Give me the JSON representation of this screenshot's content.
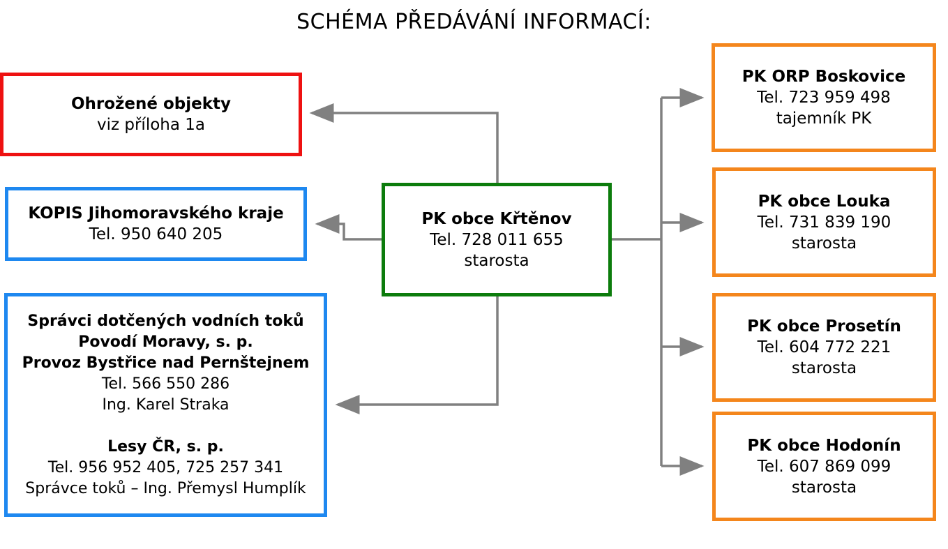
{
  "title": "SCHÉMA PŘEDÁVÁNÍ INFORMACÍ:",
  "colors": {
    "red": "#ee1111",
    "blue": "#1e88f0",
    "green": "#0c7c0c",
    "orange": "#f4861c",
    "connector": "#808080"
  },
  "center": {
    "name": "PK obce Křtěnov",
    "phone": "Tel. 728 011 655",
    "role": "starosta"
  },
  "left": {
    "ohrozene": {
      "name": "Ohrožené objekty",
      "note": "viz příloha 1a"
    },
    "kopis": {
      "name": "KOPIS Jihomoravského kraje",
      "phone": "Tel. 950 640 205"
    },
    "spravci": {
      "heading": "Správci dotčených vodních toků",
      "org1": "Povodí Moravy, s. p.",
      "org1_unit": "Provoz Bystřice nad Pernštejnem",
      "org1_phone": "Tel. 566 550 286",
      "org1_person": "Ing. Karel Straka",
      "org2": "Lesy ČR, s. p.",
      "org2_phone": "Tel. 956 952 405, 725 257 341",
      "org2_person": "Správce toků – Ing. Přemysl Humplík"
    }
  },
  "right": {
    "boskovice": {
      "name": "PK ORP Boskovice",
      "phone": "Tel. 723 959 498",
      "role": "tajemník PK"
    },
    "louka": {
      "name": "PK obce Louka",
      "phone": "Tel. 731 839 190",
      "role": "starosta"
    },
    "prosetin": {
      "name": "PK obce Prosetín",
      "phone": "Tel. 604 772 221",
      "role": "starosta"
    },
    "hodonin": {
      "name": "PK obce Hodonín",
      "phone": "Tel. 607 869 099",
      "role": "starosta"
    }
  }
}
